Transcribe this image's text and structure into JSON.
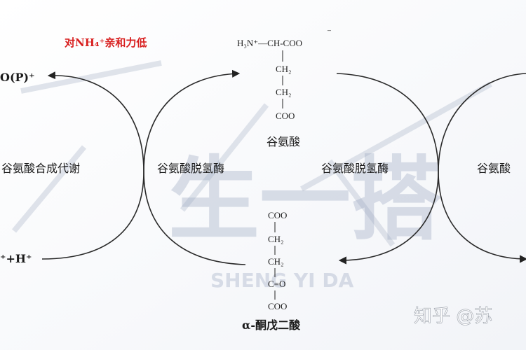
{
  "top_left_note": "对NH₄⁺亲和力低",
  "left_cofactor_top": "O(P)⁺",
  "left_cofactor_bottom": "⁺+H⁺",
  "enzyme_left": "谷氨酸合成代谢",
  "enzyme_center_left": "谷氨酸脱氢酶",
  "enzyme_center_right": "谷氨酸脱氢酶",
  "enzyme_right_partial": "谷氨酸",
  "glutamate": {
    "name": "谷氨酸",
    "top_line": "H₃N⁺—CH-COO",
    "charge": "⁻",
    "ch2a": "CH₂",
    "ch2b": "CH₂",
    "coo": "COO"
  },
  "akg": {
    "name": "α-酮戊二酸",
    "coo_top": "COO",
    "ch2a": "CH₂",
    "ch2b": "CH₂",
    "keto": "C=O",
    "coo_bottom": "COO"
  },
  "watermark": {
    "big": "生一搭",
    "small": "SHENG YI DA",
    "credit": "知乎 @苏"
  }
}
